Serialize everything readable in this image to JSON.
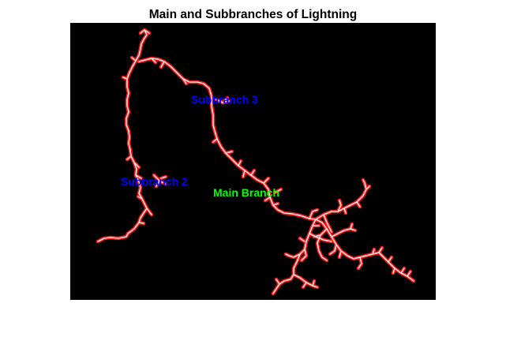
{
  "chart_data": {
    "type": "image",
    "title": "Main and Subbranches of Lightning",
    "xlabel": "",
    "ylabel": "",
    "grid": false,
    "axes_visible": false,
    "background_color": "#000000",
    "stroke_outer_color": "#ff1a1a",
    "stroke_inner_color": "#ffffff",
    "annotations": [
      {
        "id": "subbranch-3",
        "text": "Subbranch 3",
        "color": "#0000ff"
      },
      {
        "id": "subbranch-2",
        "text": "Subbranch 2",
        "color": "#0000ff"
      },
      {
        "id": "main-branch",
        "text": "Main Branch",
        "color": "#00ff00"
      }
    ]
  }
}
